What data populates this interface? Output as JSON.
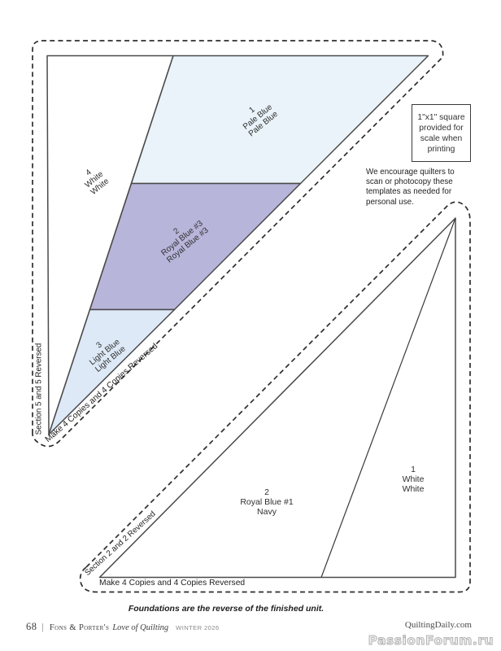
{
  "colors": {
    "pale_blue": "#e9f3f9",
    "royal_blue3": "#b8b5da",
    "light_blue": "#dde9f6",
    "white": "#ffffff",
    "line": "#3a3a3a"
  },
  "scale_box": {
    "lines": [
      "1\"x1\" square",
      "provided for",
      "scale when",
      "printing"
    ]
  },
  "notice": {
    "lines": [
      "We encourage quilters to",
      "scan or photocopy these",
      "templates as needed for",
      "personal use."
    ]
  },
  "section5": {
    "side_label": "Section 5 and 5 Reversed",
    "copies_label": "Make 4 Copies and 4 Copies Reversed",
    "piece1": {
      "num": "1",
      "fabric": "Pale Blue",
      "foundation": "Pale Blue"
    },
    "piece2": {
      "num": "2",
      "fabric": "Royal Blue #3",
      "foundation": "Royal Blue #3"
    },
    "piece3": {
      "num": "3",
      "fabric": "Light Blue",
      "foundation": "Light Blue"
    },
    "piece4": {
      "num": "4",
      "fabric": "White",
      "foundation": "White"
    }
  },
  "section2": {
    "side_label": "Section 2 and 2 Reversed",
    "copies_label": "Make 4 Copies and 4 Copies Reversed",
    "piece2": {
      "num": "2",
      "fabric": "Royal Blue #1",
      "foundation": "Navy"
    },
    "piece1": {
      "num": "1",
      "fabric": "White",
      "foundation": "White"
    }
  },
  "footnote": "Foundations are the reverse of the finished unit.",
  "footer": {
    "page_number": "68",
    "brand": "Fons & Porter's",
    "magazine": "Love of Quilting",
    "issue": "WINTER 2026",
    "website": "QuiltingDaily.com"
  },
  "watermark": "PassionForum.ru"
}
